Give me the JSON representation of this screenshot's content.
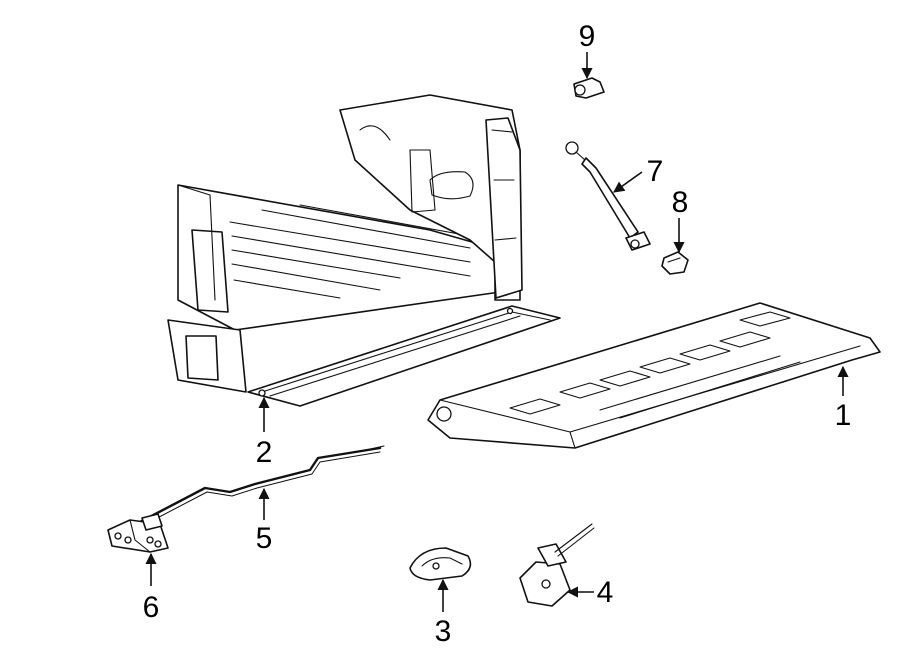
{
  "colors": {
    "line": "#111111",
    "background": "#ffffff"
  },
  "callouts": {
    "c1": "1",
    "c2": "2",
    "c3": "3",
    "c4": "4",
    "c5": "5",
    "c6": "6",
    "c7": "7",
    "c8": "8",
    "c9": "9"
  }
}
